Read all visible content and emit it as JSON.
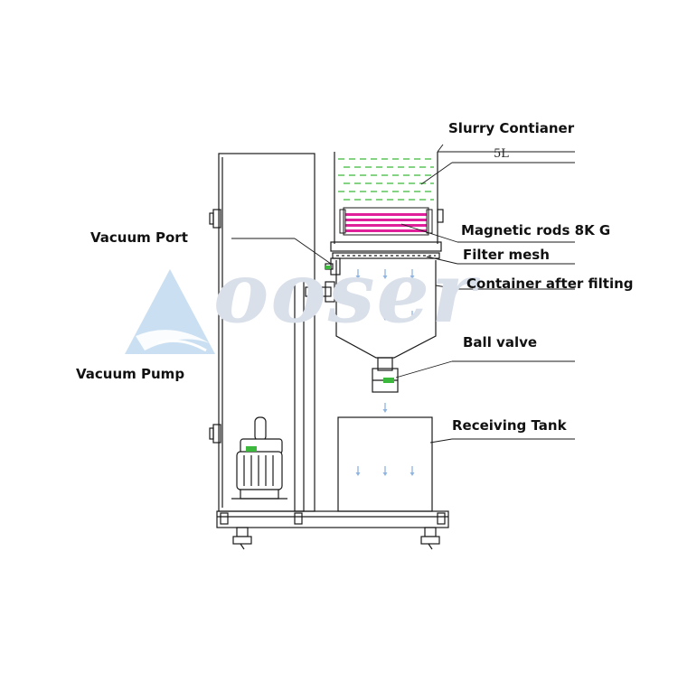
{
  "watermark": {
    "text": "ooser"
  },
  "labels": {
    "slurry_container": "Slurry Contianer",
    "volume": "5L",
    "magnetic_rods": "Magnetic rods 8K G",
    "filter_mesh": "Filter mesh",
    "container_after": "Container after filting",
    "ball_valve": "Ball valve",
    "receiving_tank": "Receiving Tank",
    "vacuum_port": "Vacuum Port",
    "vacuum_pump": "Vacuum Pump"
  },
  "colors": {
    "line": "#1a1a1a",
    "slurry_dash": "#3cb83c",
    "magnet": "#e0209a",
    "flow_arrow": "#8fb4e0",
    "watermark": "#d9e0ea",
    "watermark_logo": "#b8d4ec"
  }
}
